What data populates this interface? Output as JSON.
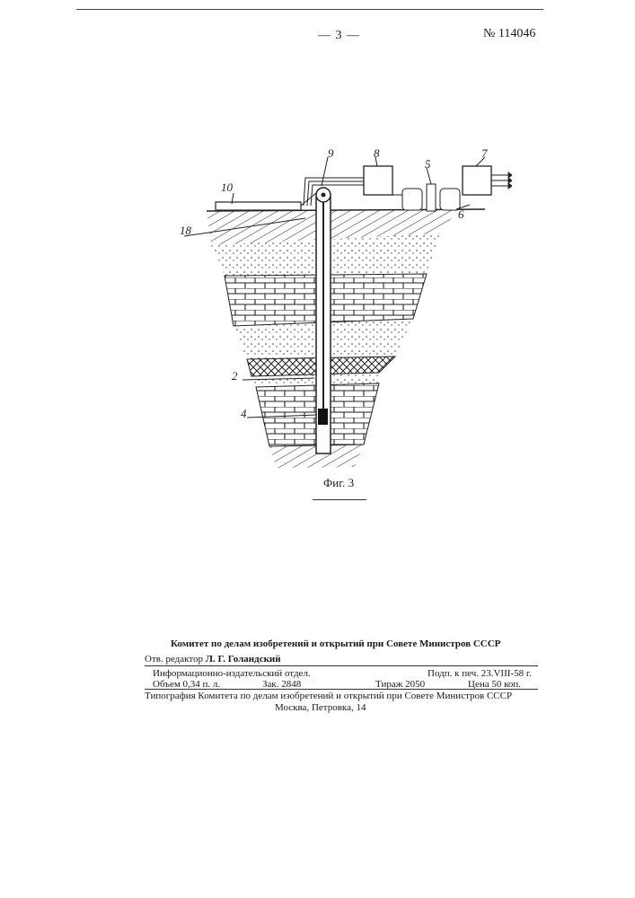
{
  "header": {
    "page_number": "— 3 —",
    "patent_number": "№ 114046"
  },
  "figure": {
    "caption": "Фиг. 3",
    "labels": {
      "l9": "9",
      "l8": "8",
      "l5": "5",
      "l7": "7",
      "l10": "10",
      "l6": "6",
      "l18": "18",
      "l2": "2",
      "l4": "4"
    }
  },
  "footer": {
    "committee": "Комитет по делам изобретений и открытий при Совете Министров СССР",
    "editor_label": "Отв. редактор",
    "editor_name": "Л. Г. Голандский",
    "imprint": {
      "dept": "Информационно-издательский отдел.",
      "signed": "Подп. к печ. 23.VIII-58 г.",
      "volume": "Объем 0,34 п. л.",
      "order": "Зак. 2848",
      "run": "Тираж 2050",
      "price": "Цена 50 коп."
    },
    "printer": "Типография Комитета по делам изобретений и открытий при Совете Министров СССР",
    "address": "Москва, Петровка, 14"
  }
}
